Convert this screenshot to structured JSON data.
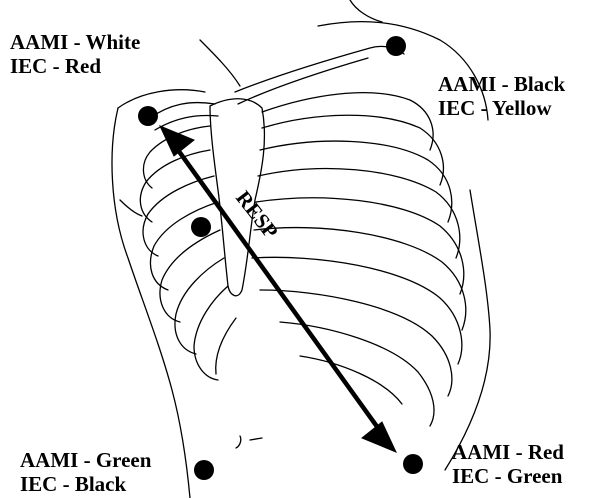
{
  "diagram": {
    "electrodes": [
      {
        "id": "ra",
        "line1": "AAMI - White",
        "line2": "IEC - Red"
      },
      {
        "id": "la",
        "line1": "AAMI - Black",
        "line2": "IEC - Yellow"
      },
      {
        "id": "rl",
        "line1": "AAMI - Green",
        "line2": "IEC - Black"
      },
      {
        "id": "ll",
        "line1": "AAMI - Red",
        "line2": "IEC - Green"
      }
    ],
    "resp_label": "RESP",
    "colors": {
      "ink": "#000000",
      "background": "#ffffff"
    }
  }
}
